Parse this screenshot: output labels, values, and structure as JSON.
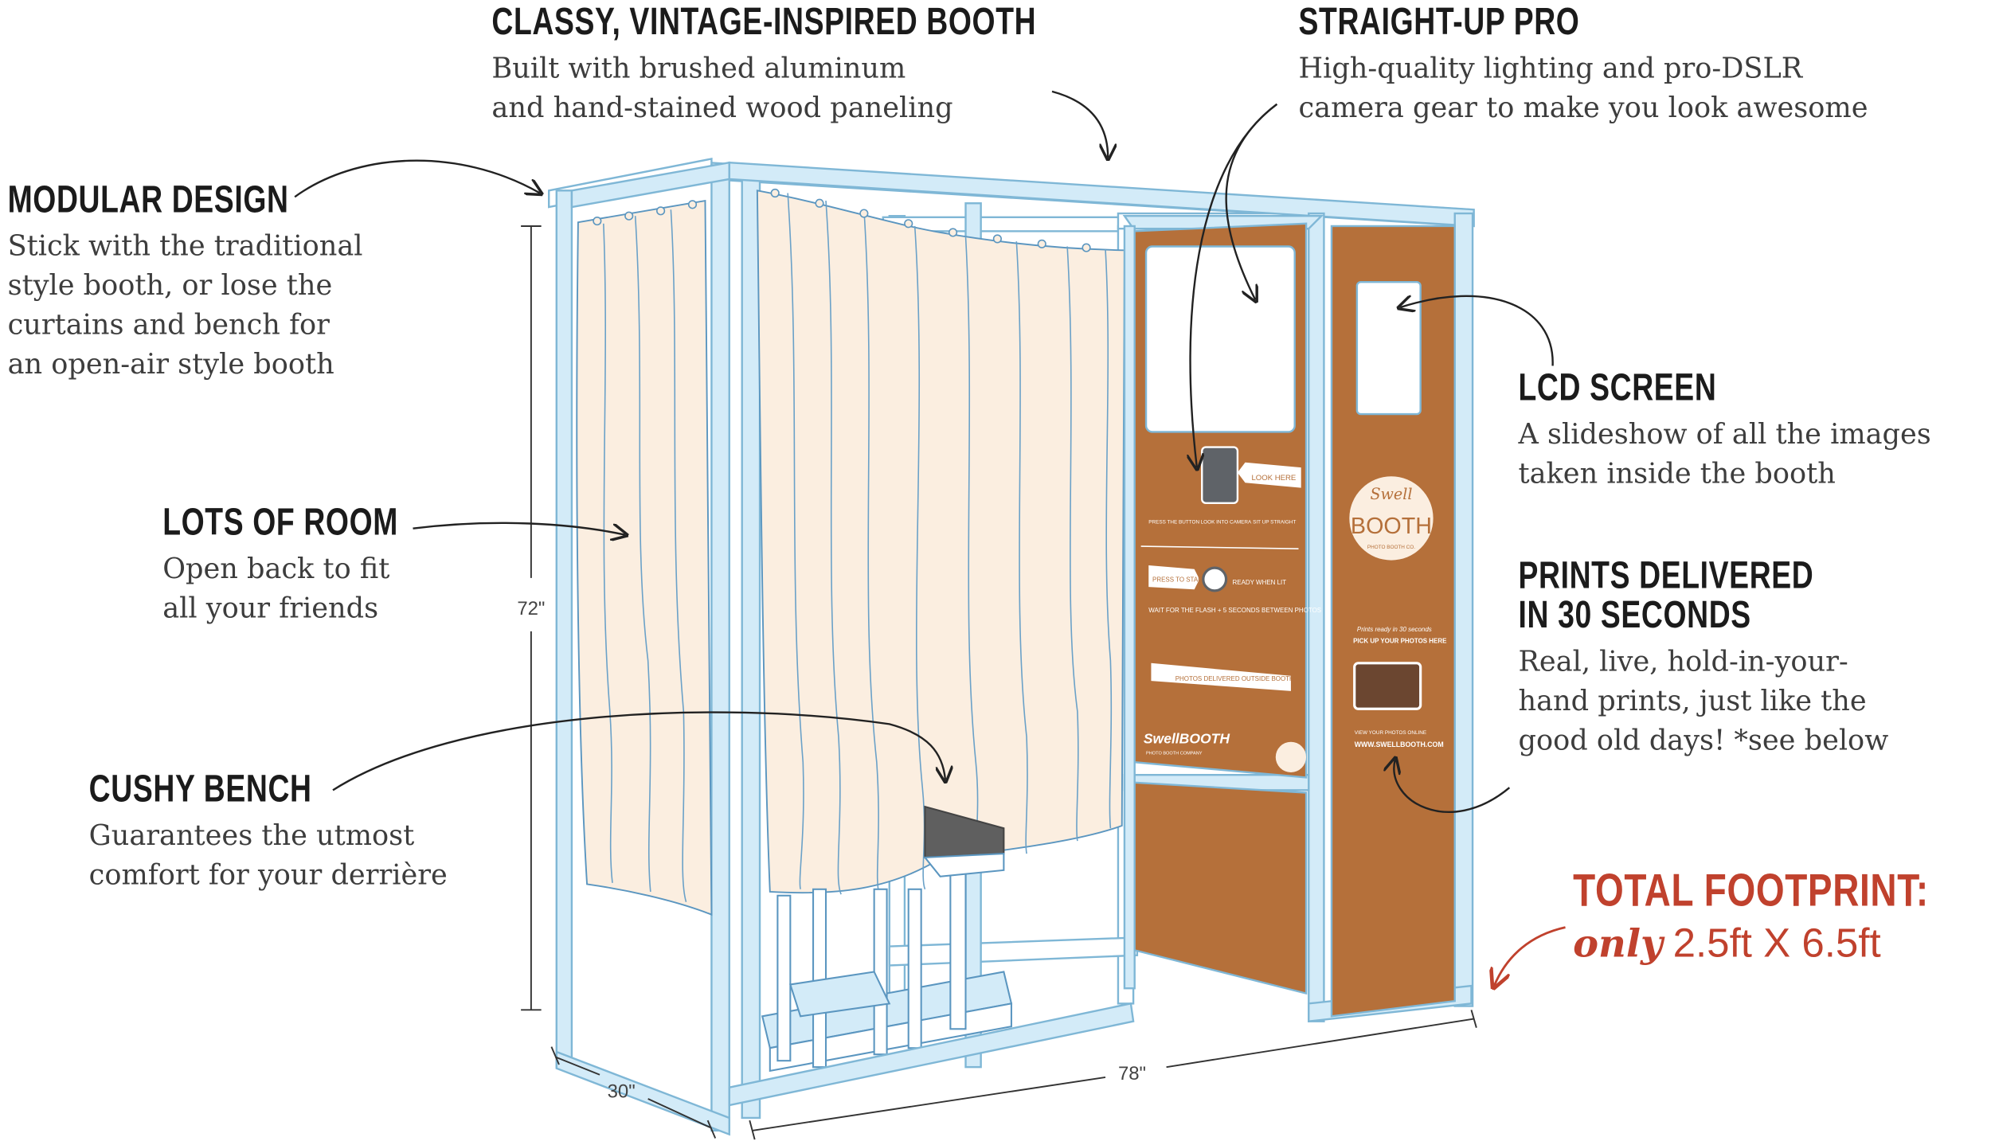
{
  "callouts": {
    "classy": {
      "heading": "CLASSY, VINTAGE-INSPIRED BOOTH",
      "text": "Built with brushed aluminum\nand hand-stained wood paneling"
    },
    "pro": {
      "heading": "STRAIGHT-UP PRO",
      "text": "High-quality lighting and pro-DSLR\ncamera gear to make you look awesome"
    },
    "modular": {
      "heading": "MODULAR DESIGN",
      "text": "Stick with the traditional\nstyle booth, or lose the\ncurtains and bench for\nan open-air style booth"
    },
    "lcd": {
      "heading": "LCD SCREEN",
      "text": "A slideshow of all the images\ntaken inside the booth"
    },
    "room": {
      "heading": "LOTS OF ROOM",
      "text": "Open back to fit\nall your friends"
    },
    "prints": {
      "heading": "PRINTS DELIVERED\nIN 30 SECONDS",
      "text": "Real, live, hold-in-your-\nhand prints, just like the\ngood old days! *see below"
    },
    "bench": {
      "heading": "CUSHY BENCH",
      "text": "Guarantees the utmost\ncomfort for your derrière"
    }
  },
  "footprint": {
    "title": "TOTAL FOOTPRINT:",
    "only": "only",
    "dims": "2.5ft X 6.5ft"
  },
  "dimensions": {
    "height": "72\"",
    "depth": "30\"",
    "width": "78\""
  },
  "panel": {
    "look_here": "LOOK HERE",
    "step1": "PRESS THE BUTTON",
    "step2": "LOOK INTO CAMERA",
    "step3": "SIT UP STRAIGHT",
    "press_to_start": "PRESS TO START",
    "ready_when_lit": "READY WHEN LIT",
    "wait": "WAIT FOR THE FLASH + 5 SECONDS BETWEEN PHOTOS",
    "delivered": "PHOTOS DELIVERED OUTSIDE BOOTH",
    "brand": "SwellBOOTH",
    "brand_sub": "PHOTO BOOTH COMPANY"
  },
  "side_panel": {
    "logo_top": "Swell",
    "logo_main": "BOOTH",
    "logo_sub": "PHOTO BOOTH CO.",
    "pickup_line1": "Prints ready in 30 seconds",
    "pickup_line2": "PICK UP YOUR PHOTOS HERE",
    "view_online": "VIEW YOUR PHOTOS ONLINE",
    "website": "WWW.SWELLBOOTH.COM"
  },
  "colors": {
    "frame": "#b9dcee",
    "wood": "#b5703a",
    "curtain": "#fbeee0",
    "accent_red": "#c0412d",
    "bench": "#5f5f5f"
  }
}
